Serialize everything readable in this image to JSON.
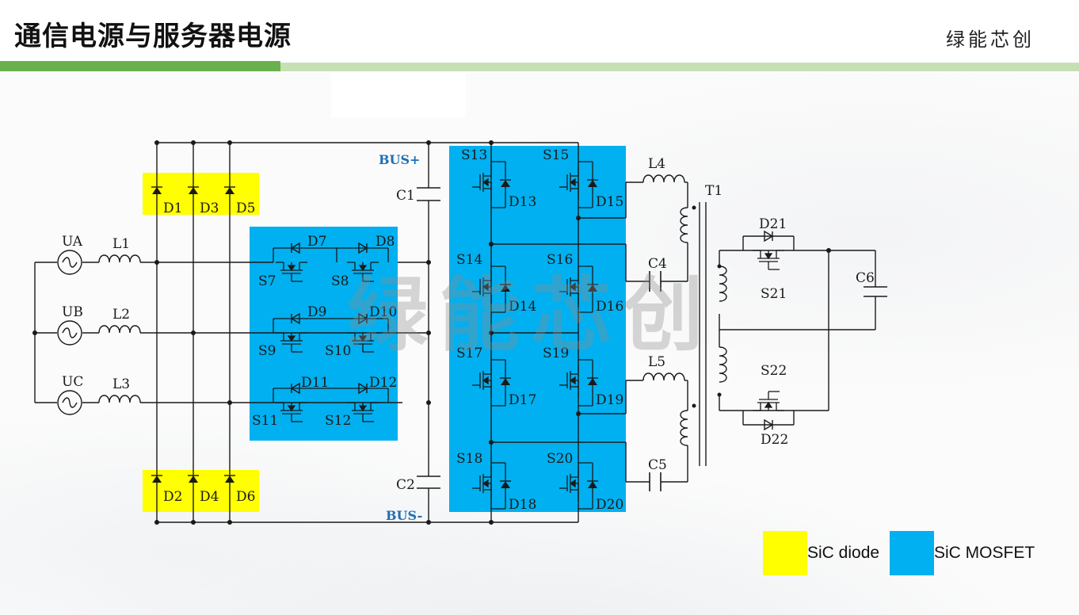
{
  "header": {
    "title": "通信电源与服务器电源",
    "brand": "绿能芯创",
    "accent_dark": "#6ab04c",
    "accent_light": "#c6e0b4"
  },
  "watermark": "绿能芯创",
  "colors": {
    "sic_diode": "#ffff00",
    "sic_mosfet": "#00b0f0",
    "wire": "#1a1a1a",
    "bus_label": "#1f6fb5"
  },
  "labels": {
    "sources": [
      "UA",
      "UB",
      "UC"
    ],
    "inductors": [
      "L1",
      "L2",
      "L3",
      "L4",
      "L5"
    ],
    "diodes_rectifier": [
      "D1",
      "D3",
      "D5",
      "D2",
      "D4",
      "D6"
    ],
    "switches_left": [
      "S7",
      "S8",
      "S9",
      "S10",
      "S11",
      "S12"
    ],
    "switch_diodes_left": [
      "D7",
      "D8",
      "D9",
      "D10",
      "D11",
      "D12"
    ],
    "switches_bridge": [
      "S13",
      "S15",
      "S14",
      "S16",
      "S17",
      "S19",
      "S18",
      "S20"
    ],
    "switch_diodes_bridge": [
      "D13",
      "D15",
      "D14",
      "D16",
      "D17",
      "D19",
      "D18",
      "D20"
    ],
    "caps": [
      "C1",
      "C2",
      "C4",
      "C5",
      "C6"
    ],
    "transformer": "T1",
    "secondary": [
      "D21",
      "S21",
      "S22",
      "D22"
    ],
    "bus_plus": "BUS+",
    "bus_minus": "BUS-"
  },
  "legend": [
    {
      "label": "SiC diode",
      "color": "#ffff00"
    },
    {
      "label": "SiC MOSFET",
      "color": "#00b0f0"
    }
  ]
}
